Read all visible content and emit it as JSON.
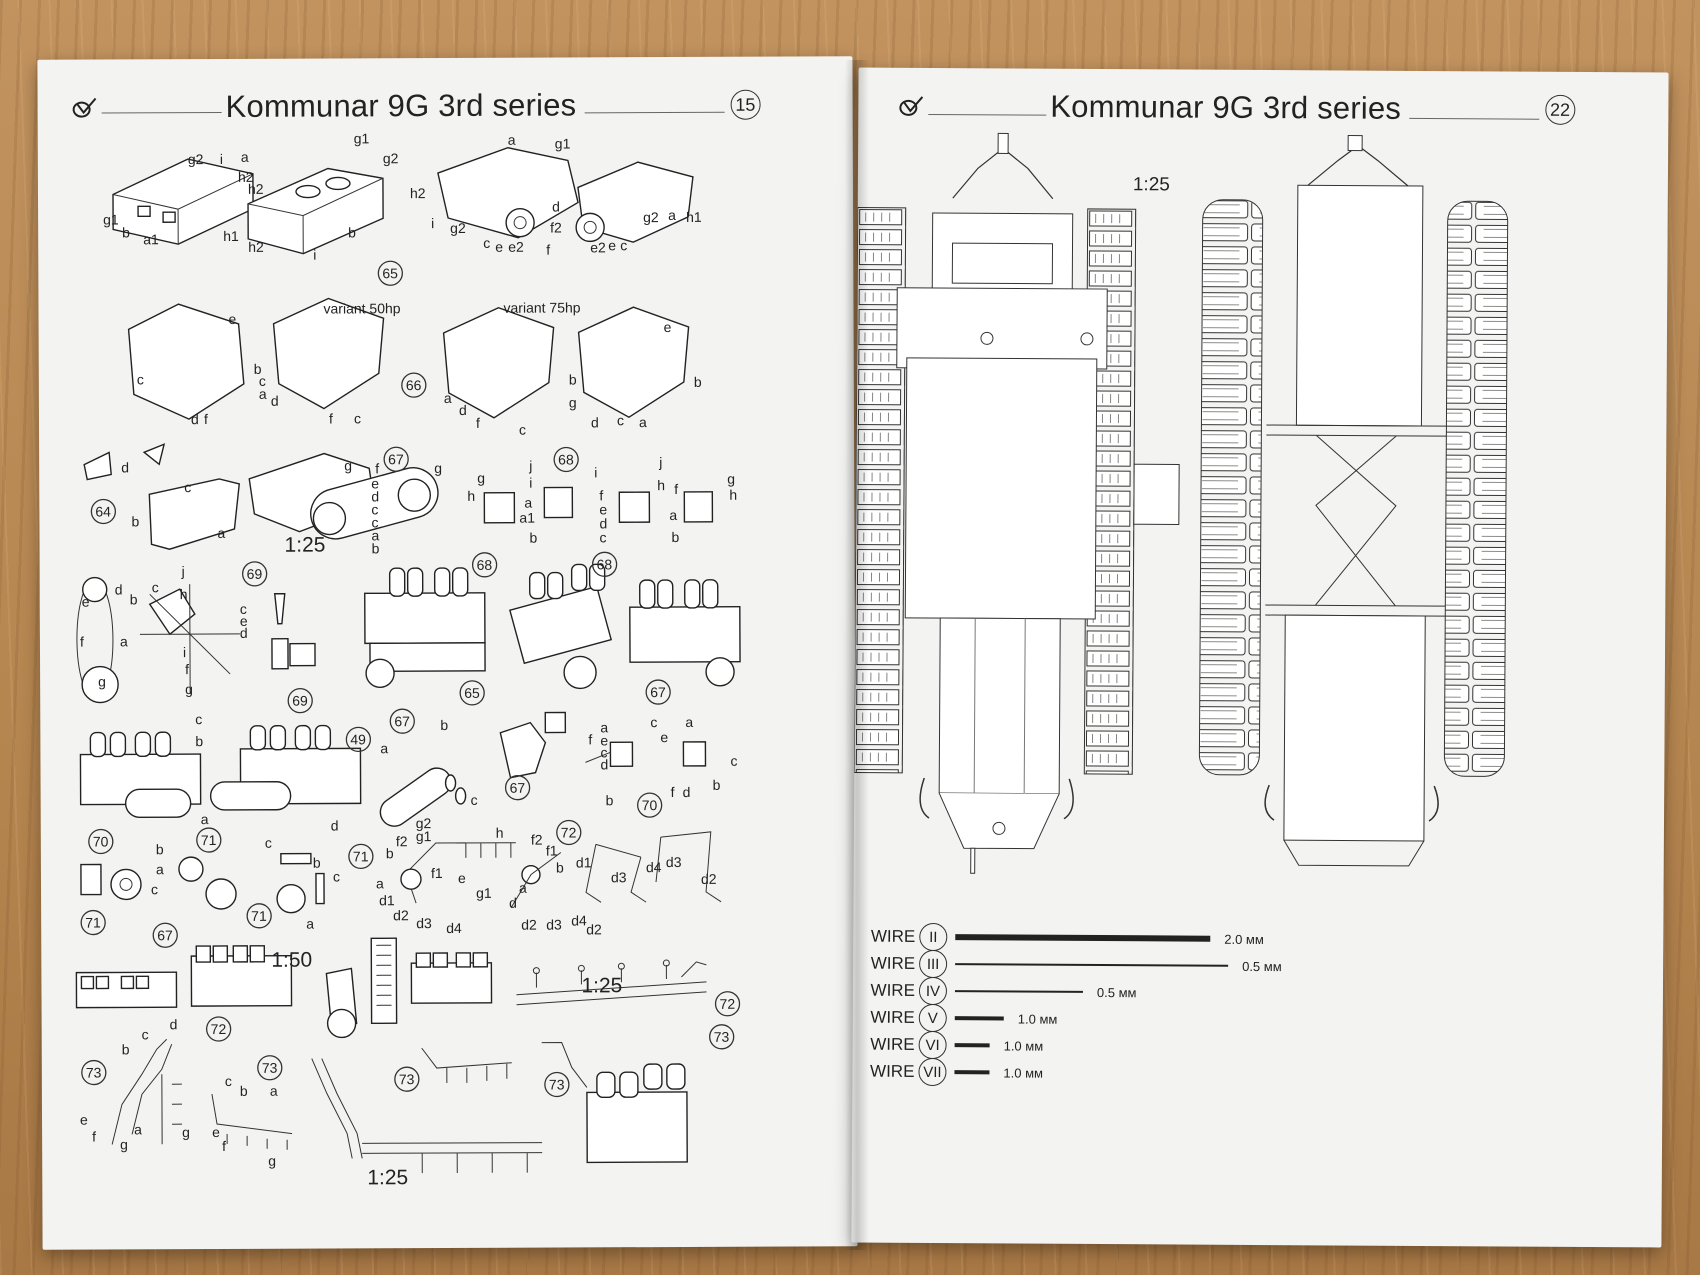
{
  "left_page": {
    "title": "Kommunar 9G 3rd series",
    "page_number": "15",
    "variant_50": "variant 50hp",
    "variant_75": "variant 75hp",
    "scale_a": "1:25",
    "scale_b": "1:50",
    "scale_c": "1:25",
    "scale_d": "1:25",
    "step_numbers": [
      "65",
      "66",
      "64",
      "67",
      "68",
      "69",
      "69",
      "68",
      "68",
      "65",
      "67",
      "67",
      "49",
      "67",
      "70",
      "70",
      "71",
      "71",
      "71",
      "67",
      "71",
      "72",
      "72",
      "72",
      "73",
      "73",
      "73",
      "73",
      "73"
    ]
  },
  "right_page": {
    "title": "Kommunar 9G 3rd series",
    "page_number": "22",
    "scale": "1:25",
    "wires": [
      {
        "label": "WIRE",
        "num": "II",
        "size": "2.0 мм",
        "length": 0.88,
        "thickness": 6
      },
      {
        "label": "WIRE",
        "num": "III",
        "size": "0.5 мм",
        "length": 0.94,
        "thickness": 2
      },
      {
        "label": "WIRE",
        "num": "IV",
        "size": "0.5 мм",
        "length": 0.44,
        "thickness": 2
      },
      {
        "label": "WIRE",
        "num": "V",
        "size": "1.0 мм",
        "length": 0.17,
        "thickness": 4
      },
      {
        "label": "WIRE",
        "num": "VI",
        "size": "1.0 мм",
        "length": 0.12,
        "thickness": 4
      },
      {
        "label": "WIRE",
        "num": "VII",
        "size": "1.0 мм",
        "length": 0.12,
        "thickness": 4
      }
    ]
  }
}
